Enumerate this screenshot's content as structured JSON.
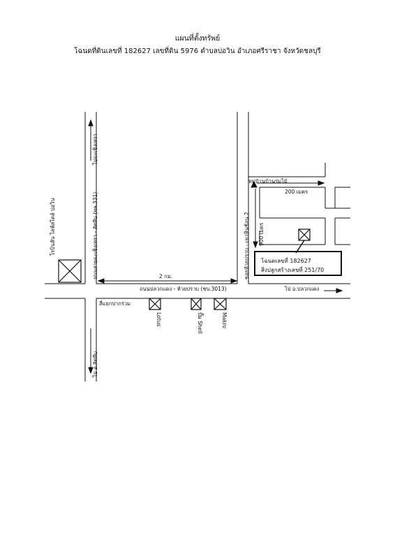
{
  "header": {
    "title": "แผนที่ตั้งทรัพย์",
    "subtitle": "โฉนดที่ดินเลขที่ 182627  เลขที่ดิน 5976  ตำบลบ่อวิน  อำเภอศรีราชา  จังหวัดชลบุรี"
  },
  "labels": {
    "to_chachoengsao": "ไปฉะเชิงเทรา",
    "road_331": "ถนนสายฉะเชิงเทรา - สัตหีบ (ทล.331)",
    "to_sattahip": "ไป อ.สัตหีบ",
    "school": "โรบินสัน ไลฟ์สไตล์ บ่อวิน",
    "distance_2km": "2 กม.",
    "road_3013": "ถนนปลวกแดง - ห้วยปราบ (ชบ.3013)",
    "to_pluak_daeng": "ไป อ.ปลวกแดง",
    "intersection": "สี่แยกปากร่วม",
    "lotus": "Lotus",
    "shell": "ปั๊ม Shell",
    "makro": "Makro",
    "soi": "ซอยห้วยปราบ - เขาหินซ้อน 2",
    "village": "หมู่บ้านบ้านร่มไม้",
    "dist_200": "200 เมตร",
    "dist_900": "900 เมตร"
  },
  "property": {
    "deed_line": "โฉนดเลขที่ 182627",
    "building_line": "สิ่งปลูกสร้างเลขที่ 251/70"
  }
}
